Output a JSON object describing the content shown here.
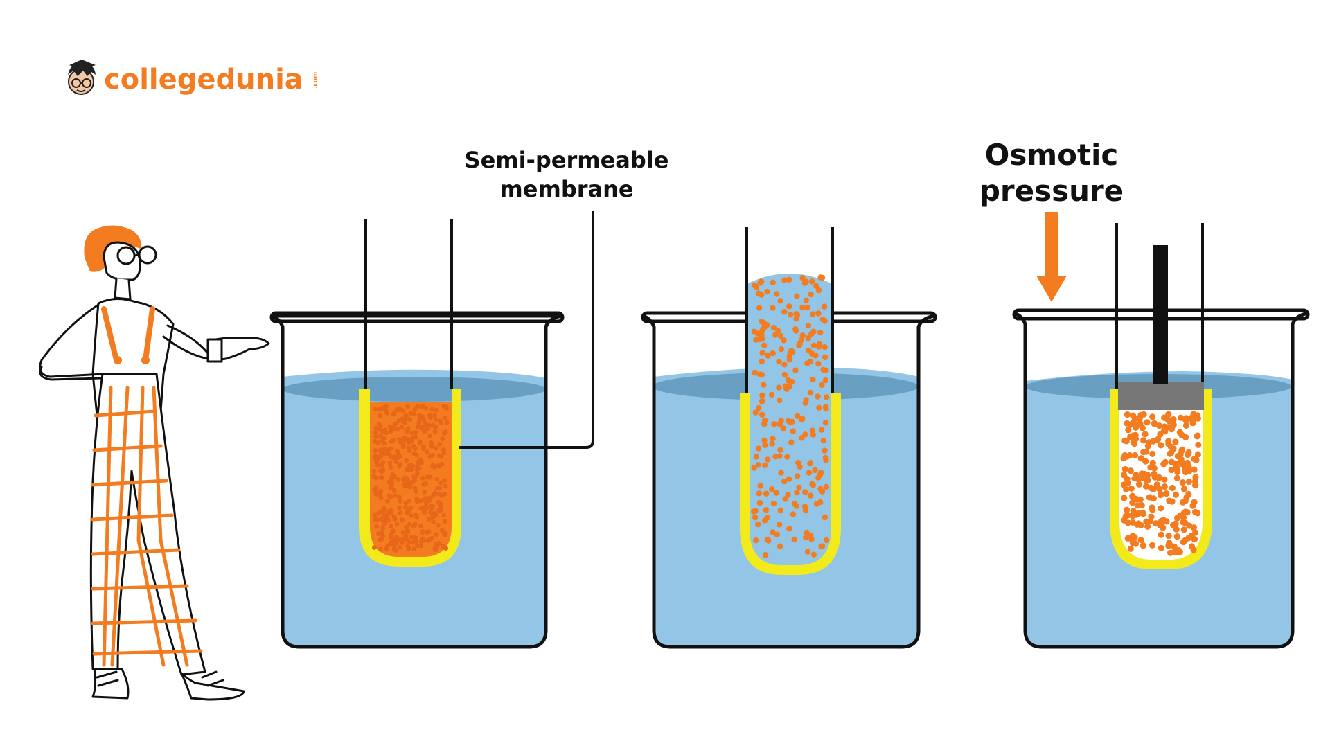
{
  "brand": {
    "name": "collegedunia",
    "suffix": ".com"
  },
  "labels": {
    "membrane_line1": "Semi-permeable",
    "membrane_line2": "membrane",
    "osmotic_line1": "Osmotic",
    "osmotic_line2": "pressure"
  },
  "colors": {
    "water": "#93c5e6",
    "water_surface": "#6a9fc4",
    "membrane": "#f3ea1c",
    "solute": "#f47c20",
    "brand": "#f47c20",
    "piston": "#2b2b2b",
    "piston_base": "#777777"
  },
  "icons": {
    "logo": "student-mascot-icon",
    "arrow": "down-arrow-icon"
  }
}
